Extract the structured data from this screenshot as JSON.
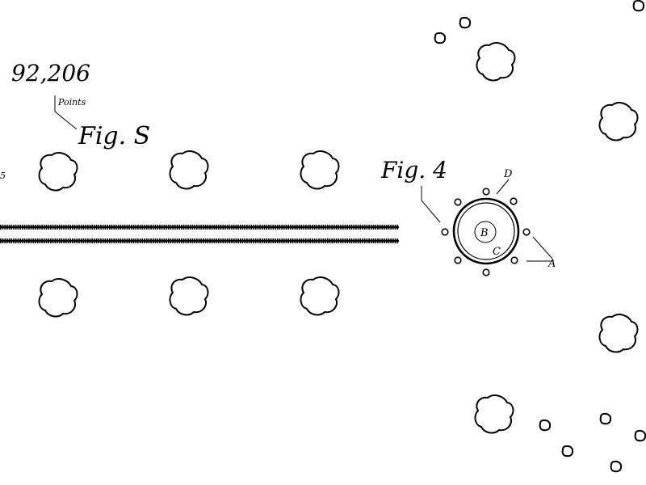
{
  "score": {
    "value": "92,206",
    "unit": "Points",
    "figure_label": "Fig. S"
  },
  "figure4": {
    "title": "Fig. 4",
    "label_d": "D",
    "label_b": "B",
    "label_c": "C",
    "label_a": "A"
  },
  "edge_marker": "5",
  "colors": {
    "ink": "#000000",
    "paper": "#ffffff"
  }
}
